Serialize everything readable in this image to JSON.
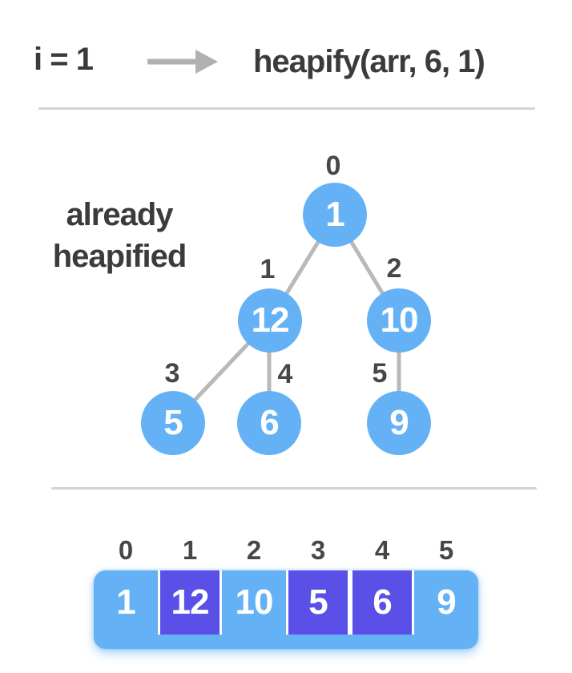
{
  "header": {
    "iterator": "i = 1",
    "arrow_icon": "right-arrow",
    "call": "heapify(arr, 6, 1)"
  },
  "tree": {
    "annotation_line1": "already",
    "annotation_line2": "heapified",
    "nodes": [
      {
        "index": "0",
        "value": "1"
      },
      {
        "index": "1",
        "value": "12"
      },
      {
        "index": "2",
        "value": "10"
      },
      {
        "index": "3",
        "value": "5"
      },
      {
        "index": "4",
        "value": "6"
      },
      {
        "index": "5",
        "value": "9"
      }
    ],
    "edges": [
      {
        "from": "0",
        "to": "1"
      },
      {
        "from": "0",
        "to": "2"
      },
      {
        "from": "1",
        "to": "3"
      },
      {
        "from": "1",
        "to": "4"
      },
      {
        "from": "2",
        "to": "5"
      }
    ]
  },
  "array": {
    "indices": [
      "0",
      "1",
      "2",
      "3",
      "4",
      "5"
    ],
    "cells": [
      {
        "value": "1",
        "highlighted": false
      },
      {
        "value": "12",
        "highlighted": true
      },
      {
        "value": "10",
        "highlighted": false
      },
      {
        "value": "5",
        "highlighted": true
      },
      {
        "value": "6",
        "highlighted": true
      },
      {
        "value": "9",
        "highlighted": false
      }
    ]
  },
  "colors": {
    "node_blue": "#64b2f5",
    "highlight_purple": "#5a50e8",
    "text_dark": "#3b3b3b",
    "label_gray": "#474747",
    "edge_gray": "#b9b9b9",
    "arrow_gray": "#b1b1b1",
    "divider_gray": "#d3d3d3",
    "cell_text": "#ffffff"
  }
}
